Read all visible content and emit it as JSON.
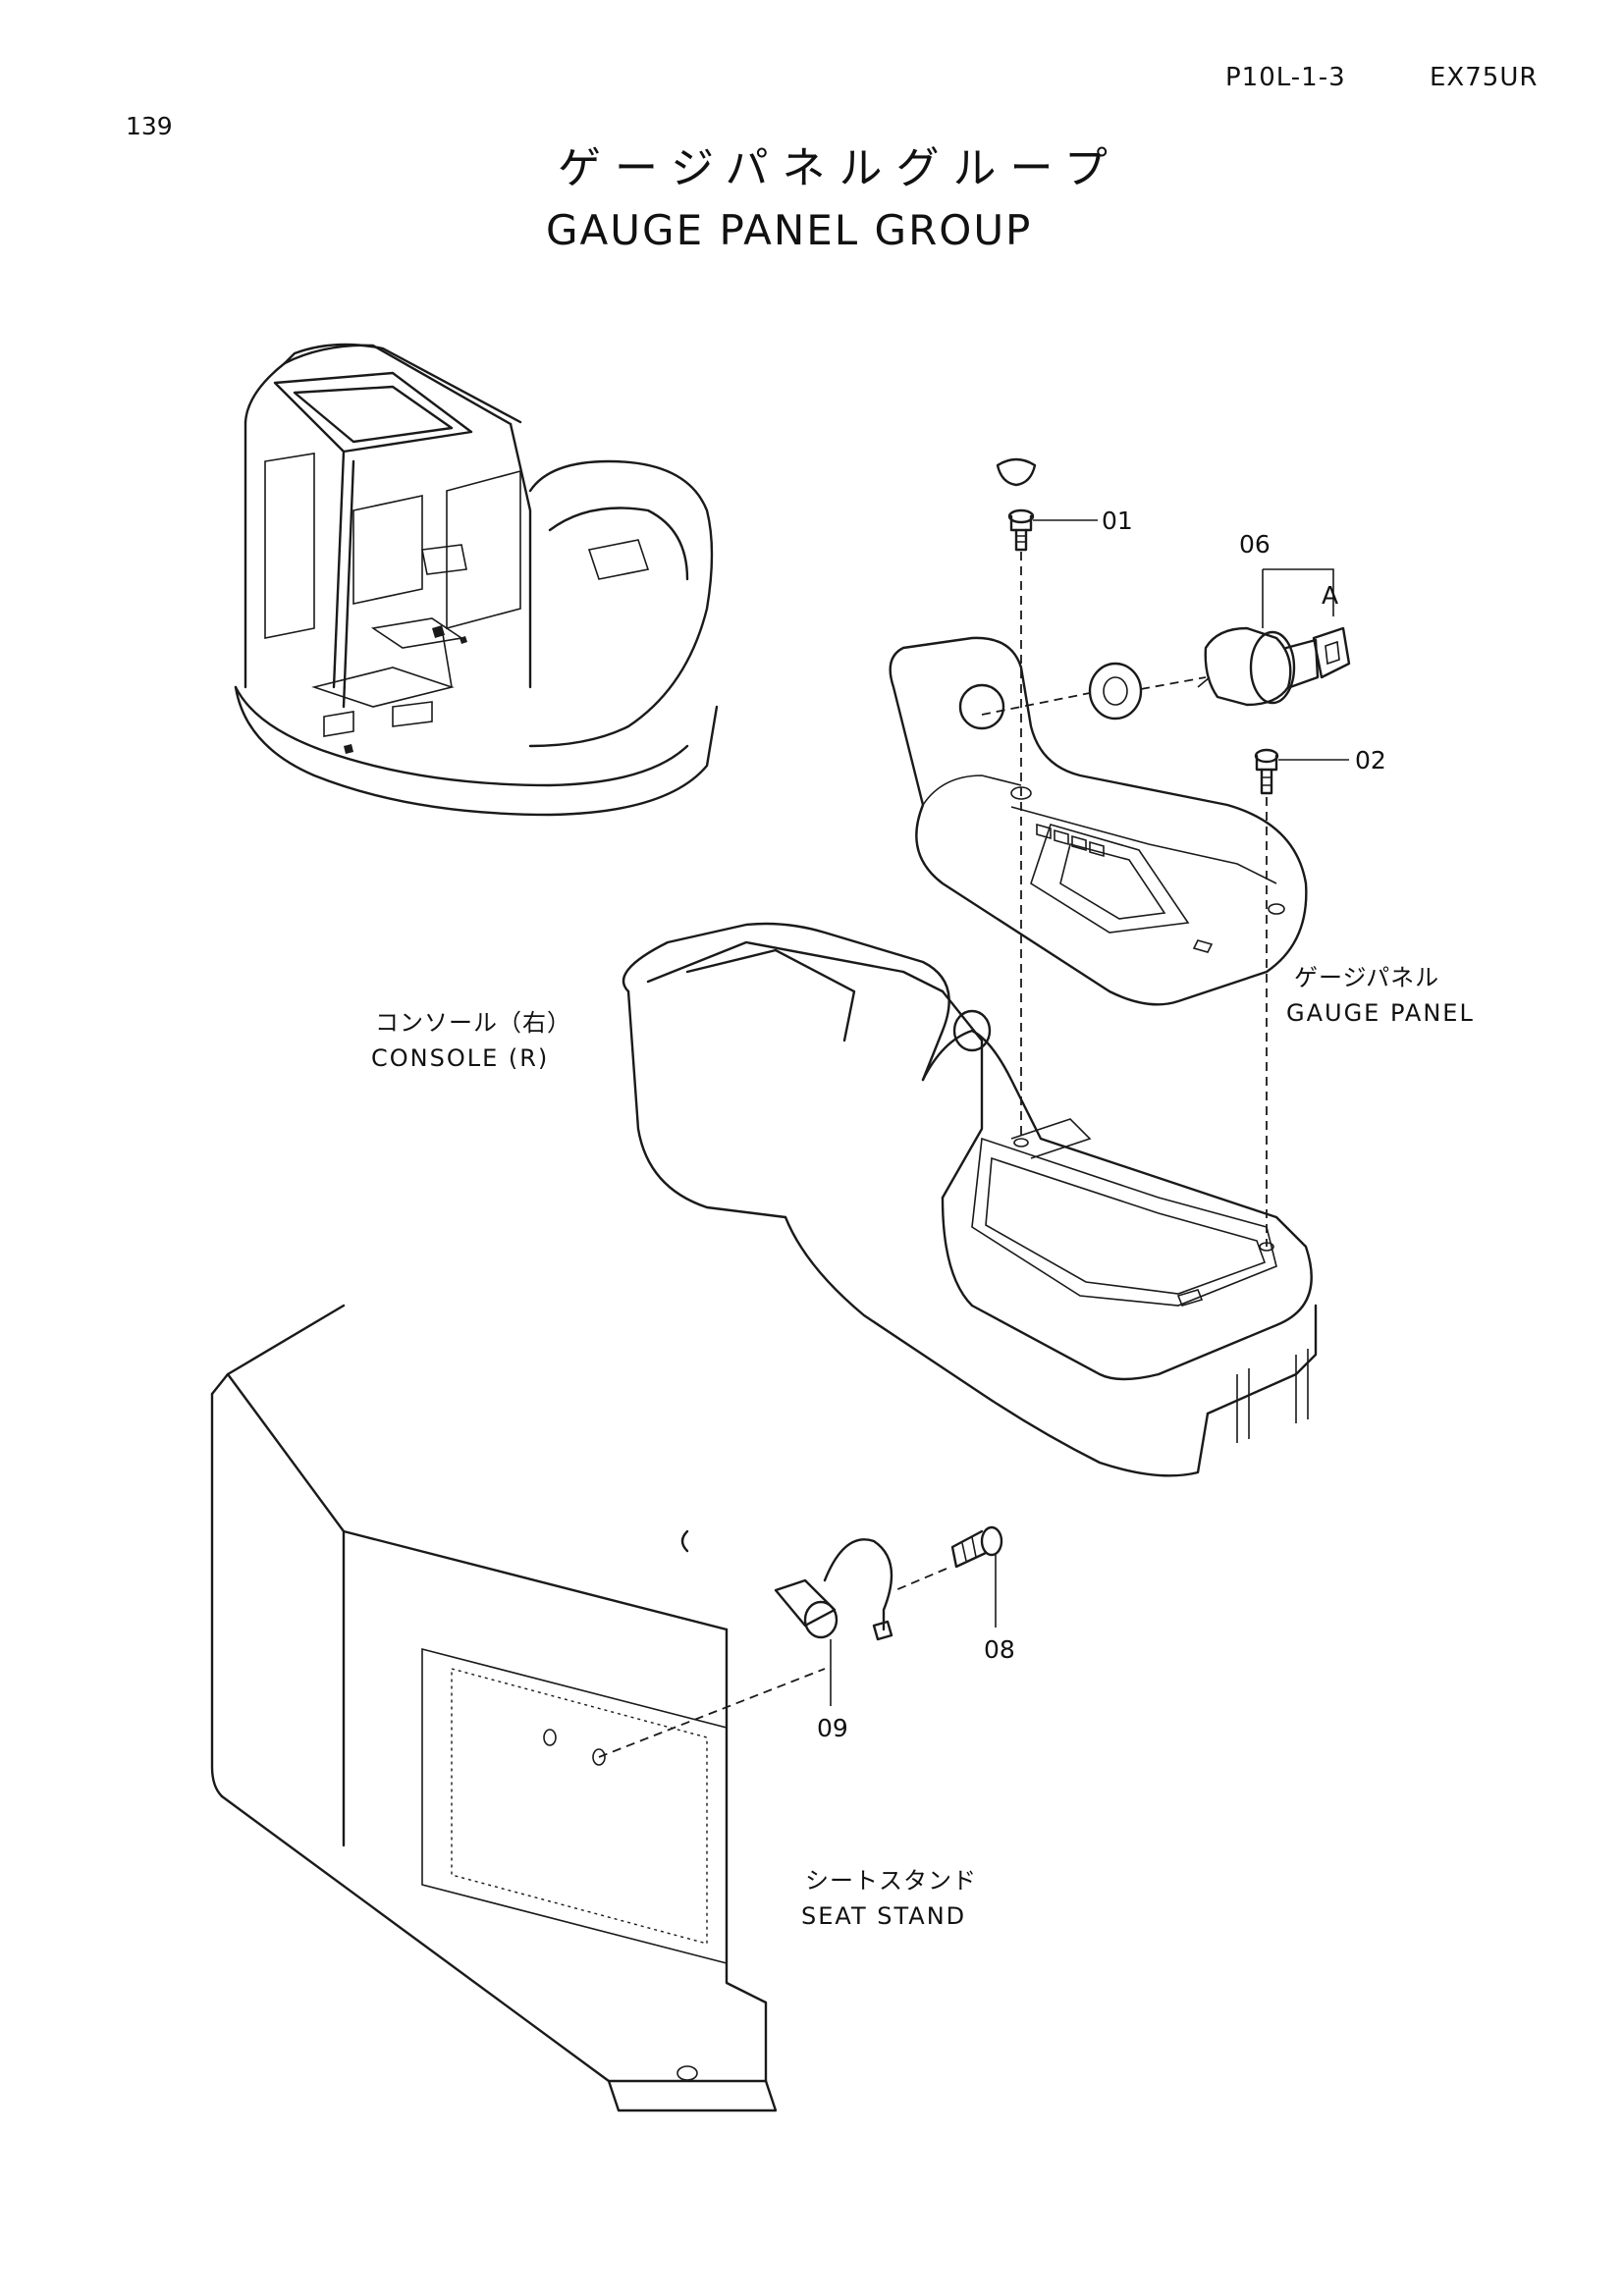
{
  "header": {
    "page_number": "139",
    "doc_code": "P10L-1-3",
    "model": "EX75UR"
  },
  "title": {
    "japanese": "ゲージパネルグループ",
    "english": "GAUGE PANEL GROUP"
  },
  "callouts": {
    "c01": "01",
    "c02": "02",
    "c06": "06",
    "cA": "A",
    "c08": "08",
    "c09": "09"
  },
  "labels": {
    "gauge_panel": {
      "japanese": "ゲージパネル",
      "english": "GAUGE PANEL"
    },
    "console_r": {
      "japanese": "コンソール（右）",
      "english": "CONSOLE (R)"
    },
    "seat_stand": {
      "japanese": "シートスタンド",
      "english": "SEAT STAND"
    }
  },
  "colors": {
    "ink": "#1a1a1a",
    "paper": "#ffffff"
  }
}
